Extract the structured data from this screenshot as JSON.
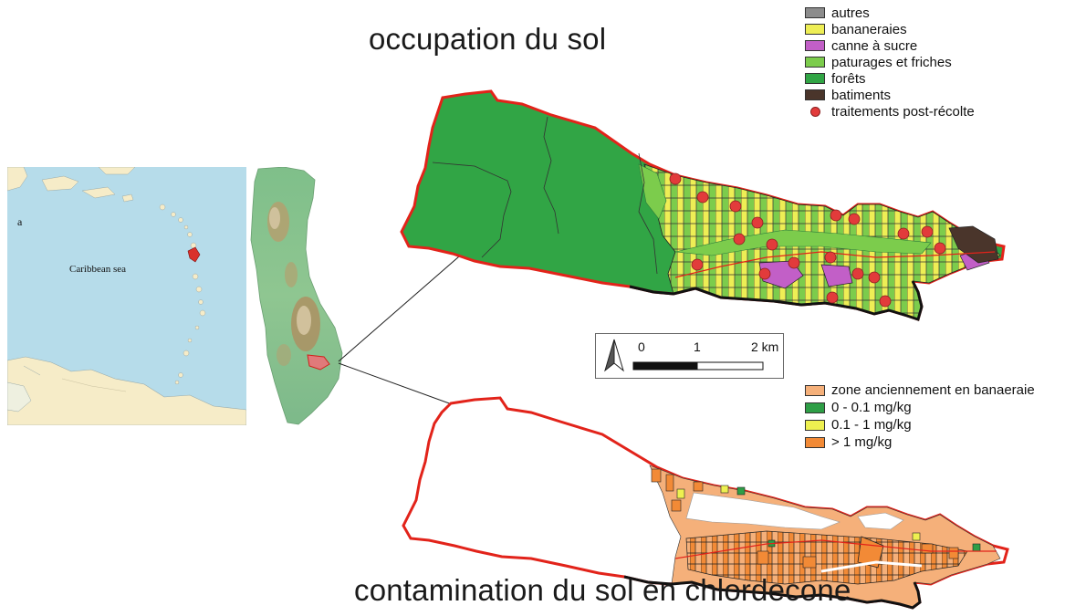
{
  "titles": {
    "top": "occupation du sol",
    "bottom": "contamination du sol en chlordecone"
  },
  "inset": {
    "panel_label": "a",
    "sea_label": "Caribbean sea"
  },
  "legend_land_use": {
    "items": [
      {
        "label": "autres",
        "color": "#8c8c8c",
        "kind": "swatch"
      },
      {
        "label": "bananeraies",
        "color": "#eeee55",
        "kind": "swatch"
      },
      {
        "label": "canne à sucre",
        "color": "#c25fc7",
        "kind": "swatch"
      },
      {
        "label": "paturages et friches",
        "color": "#7ccc4c",
        "kind": "swatch"
      },
      {
        "label": "forêts",
        "color": "#31a545",
        "kind": "swatch"
      },
      {
        "label": "batiments",
        "color": "#4a352b",
        "kind": "swatch"
      },
      {
        "label": "traitements post-récolte",
        "color": "#e23b3b",
        "kind": "dot"
      }
    ]
  },
  "legend_contamination": {
    "items": [
      {
        "label": "zone anciennement en banaeraie",
        "color": "#f5b07a"
      },
      {
        "label": "0 - 0.1 mg/kg",
        "color": "#2e9e46"
      },
      {
        "label": "0.1 - 1 mg/kg",
        "color": "#eef050"
      },
      {
        "label": "> 1 mg/kg",
        "color": "#f28a36"
      }
    ]
  },
  "scalebar": {
    "labels": [
      "0",
      "1",
      "2 km"
    ],
    "north_icon": "north-arrow-icon"
  },
  "colors": {
    "watershed_outline": "#e2231a",
    "forest": "#31a545",
    "pasture": "#7ccc4c",
    "banana": "#eeee55",
    "sugar_cane": "#c25fc7",
    "buildings": "#4a352b",
    "sea": "#b6dcea",
    "land": "#f6ecc8",
    "contam_former_banana": "#f5b07a",
    "contam_high": "#f28a36"
  }
}
